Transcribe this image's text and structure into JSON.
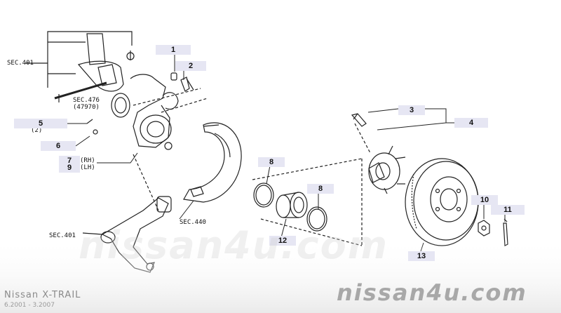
{
  "callouts": {
    "c1": "1",
    "c2": "2",
    "c3": "3",
    "c4": "4",
    "c5": "5",
    "c6": "6",
    "c7": "7",
    "c9": "9",
    "c8a": "8",
    "c8b": "8",
    "c10": "10",
    "c11": "11",
    "c12": "12",
    "c13": "13"
  },
  "refs": {
    "sec401_top": "SEC.401",
    "sec476": "SEC.476\n(47970)",
    "qty5": "(2)",
    "rh": "(RH)",
    "lh": "(LH)",
    "sec440": "SEC.440",
    "sec401_low": "SEC.401"
  },
  "footer": {
    "model": "Nissan X-TRAIL",
    "years": "6.2001 - 3.2007"
  },
  "watermark": {
    "center": "nissan4u.com",
    "bottom": "nissan4u.com"
  },
  "icons": {
    "strut": "strut-assembly",
    "knuckle": "steering-knuckle",
    "baffle": "dust-baffle-plate",
    "hub": "wheel-hub",
    "rotor": "brake-rotor",
    "bearing": "wheel-bearing",
    "snap_ring": "snap-ring",
    "lower_arm": "transverse-link",
    "nut": "hub-nut",
    "cotter": "cotter-pin"
  }
}
